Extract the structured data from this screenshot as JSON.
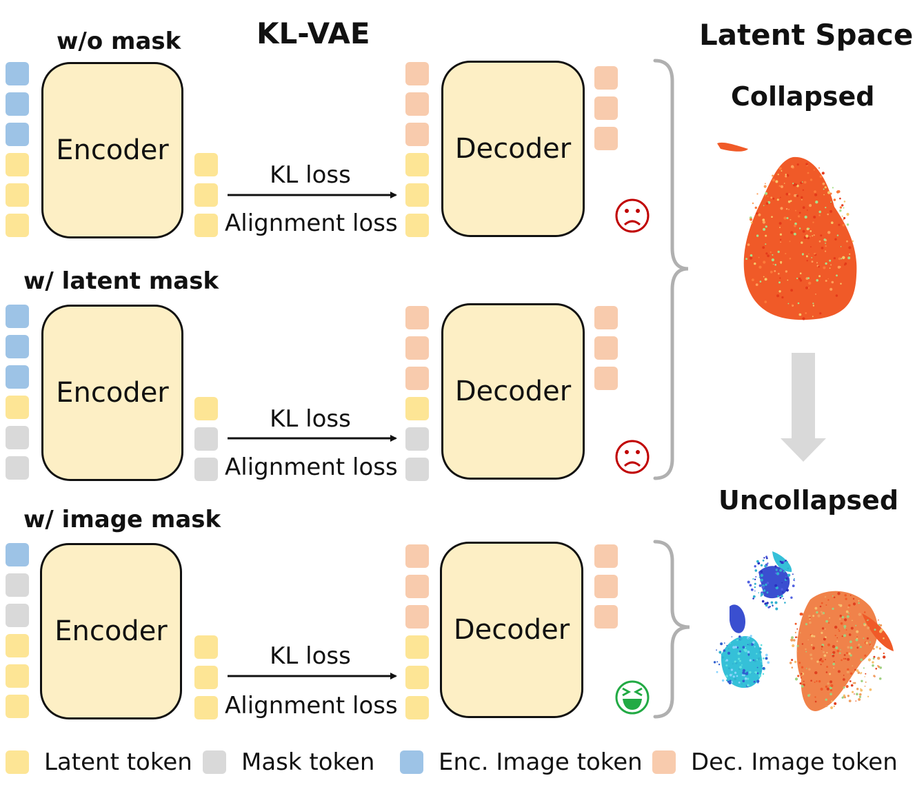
{
  "title": "KL-VAE",
  "latent_space_title": "Latent Space",
  "collapsed_label": "Collapsed",
  "uncollapsed_label": "Uncollapsed",
  "rows": [
    {
      "label": "w/o mask",
      "encoder": "Encoder",
      "decoder": "Decoder",
      "loss1": "KL loss",
      "loss2": "Alignment loss",
      "outcome": "sad-face-icon"
    },
    {
      "label": "w/ latent mask",
      "encoder": "Encoder",
      "decoder": "Decoder",
      "loss1": "KL loss",
      "loss2": "Alignment loss",
      "outcome": "sad-face-icon"
    },
    {
      "label": "w/ image mask",
      "encoder": "Encoder",
      "decoder": "Decoder",
      "loss1": "KL loss",
      "loss2": "Alignment loss",
      "outcome": "laughing-face-icon"
    }
  ],
  "legend": [
    {
      "label": "Latent token",
      "color": "#fde595"
    },
    {
      "label": "Mask token",
      "color": "#d9d9d9"
    },
    {
      "label": "Enc. Image token",
      "color": "#9dc3e6"
    },
    {
      "label": "Dec. Image token",
      "color": "#f8cbad"
    }
  ],
  "colors": {
    "sad": "#c00000",
    "happy": "#22aa44",
    "arrow_gray": "#d9d9d9"
  }
}
